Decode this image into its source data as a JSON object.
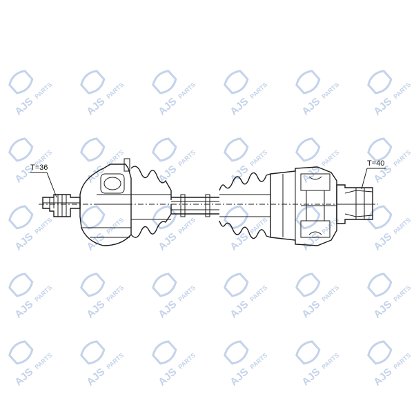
{
  "watermark": {
    "brand": "AJS",
    "word": "PARTS",
    "color": "#c4d3ea",
    "icon": "ajs-parts-logo-icon",
    "grid_rows": 5,
    "grid_cols": 6
  },
  "labels": {
    "left_spline": "T=36",
    "right_spline": "T=40"
  },
  "colors": {
    "line": "#1a1a1a",
    "background": "#ffffff"
  }
}
